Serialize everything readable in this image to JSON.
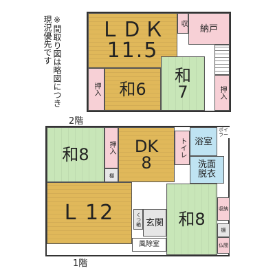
{
  "note": "※間取り図は略図につき\n現況優先です",
  "floor2": {
    "label": "2階",
    "ldk": {
      "name": "ＬＤＫ",
      "size": "11.5"
    },
    "wa6": {
      "name": "和6"
    },
    "wa7": {
      "name": "和",
      "size": "7"
    },
    "closet_left": "押入",
    "closet_right": "押入",
    "storage": "収",
    "nando": "納戸"
  },
  "floor1": {
    "label": "1階",
    "wa8_left": {
      "name": "和8"
    },
    "dk": {
      "name": "DK",
      "size": "8"
    },
    "toilet": "トイレ",
    "bath": "浴室",
    "boiler": "ボイラー",
    "washroom": "洗面\n脱衣",
    "closet": "押入",
    "shelf_left": "棚",
    "l12": {
      "name": "L 12"
    },
    "genkan": "玄関",
    "kutsu": "くつ箱",
    "fuujo": "風除室",
    "wa8_right": {
      "name": "和8"
    },
    "shuno": "収納",
    "shelf_right": "棚",
    "butsuma": "仏間"
  }
}
